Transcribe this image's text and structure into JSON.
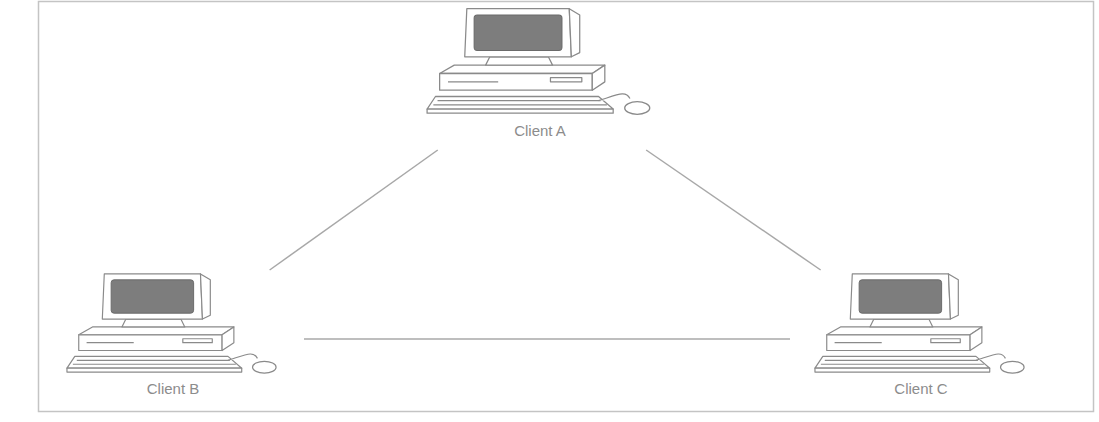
{
  "diagram": {
    "nodes": [
      {
        "text": [
          "Client A"
        ]
      },
      {
        "text": [
          "Client B"
        ]
      },
      {
        "text": [
          "Client C"
        ]
      }
    ],
    "edges": [
      {
        "from": 0,
        "to": 1,
        "arrow": "none"
      },
      {
        "from": 0,
        "to": 2,
        "arrow": "none"
      },
      {
        "from": 1,
        "to": 2,
        "arrow": "none"
      }
    ]
  }
}
